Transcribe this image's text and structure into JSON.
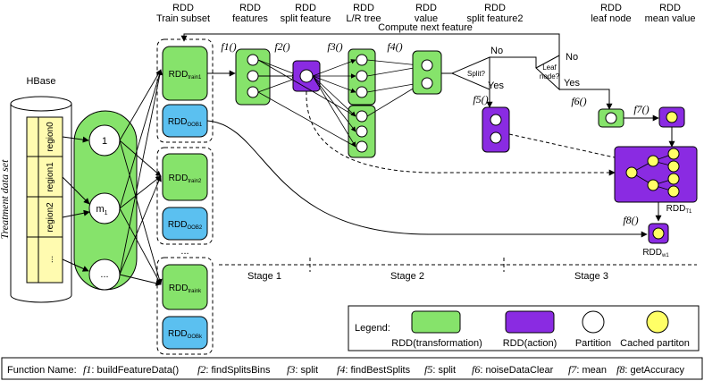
{
  "columns": {
    "train_subset": [
      "RDD",
      "Train subset"
    ],
    "features": [
      "RDD",
      "features"
    ],
    "split_feature": [
      "RDD",
      "split feature"
    ],
    "lr_tree": [
      "RDD",
      "L/R tree"
    ],
    "value": [
      "RDD",
      "value"
    ],
    "split_feature2": [
      "RDD",
      "split feature2"
    ],
    "leaf_node": [
      "RDD",
      "leaf node"
    ],
    "mean_value": [
      "RDD",
      "mean value"
    ]
  },
  "hbase": {
    "label": "HBase",
    "side_label": "Treatment data set",
    "regions": [
      "region0",
      "region1",
      "region2",
      "..."
    ]
  },
  "partitions": [
    "1",
    "m",
    "..."
  ],
  "partition_sub": "1",
  "rdd_boxes": [
    {
      "main": "RDD",
      "sub": "train1",
      "kind": "transformation"
    },
    {
      "main": "RDD",
      "sub": "OOB1",
      "kind": "oob"
    },
    {
      "main": "RDD",
      "sub": "train2",
      "kind": "transformation"
    },
    {
      "main": "RDD",
      "sub": "OOB2",
      "kind": "oob"
    },
    {
      "main": "RDD",
      "sub": "traink",
      "kind": "transformation"
    },
    {
      "main": "RDD",
      "sub": "OOBk",
      "kind": "oob"
    }
  ],
  "rdd_ellipsis": "...",
  "functions": {
    "f1": "f1()",
    "f2": "f2()",
    "f3": "f3()",
    "f4": "f4()",
    "f5": "f5()",
    "f6": "f6()",
    "f7": "f7()",
    "f8": "f8()"
  },
  "loop_label": "Compute next feature",
  "decisions": {
    "split_q": "Split?",
    "leaf_q": [
      "Leaf",
      "node?"
    ],
    "no1": "No",
    "yes1": "Yes",
    "no2": "No",
    "yes2": "Yes"
  },
  "tree_rdd": {
    "main": "RDD",
    "sub": "T1"
  },
  "accuracy_rdd": {
    "main": "RDD",
    "sub": "w1"
  },
  "stages": [
    "Stage 1",
    "Stage 2",
    "Stage 3"
  ],
  "legend": {
    "title": "Legend:",
    "items": [
      "RDD(transformation)",
      "RDD(action)",
      "Partition",
      "Cached partiton"
    ]
  },
  "function_names": {
    "label": "Function Name:",
    "items": [
      {
        "f": "f1",
        "name": ": buildFeatureData()"
      },
      {
        "f": "f2",
        "name": ": findSplitsBins"
      },
      {
        "f": "f3",
        "name": ": split"
      },
      {
        "f": "f4",
        "name": ": findBestSplits"
      },
      {
        "f": "f5",
        "name": ": split"
      },
      {
        "f": "f6",
        "name": ": noiseDataClear"
      },
      {
        "f": "f7",
        "name": ": mean"
      },
      {
        "f": "f8",
        "name": ": getAccuracy"
      }
    ]
  },
  "colors": {
    "green": "#86e36b",
    "purple": "#8a2be2",
    "blue": "#5bc0f0",
    "yellow": "#ffff66",
    "hbase_fill": "#fffbb0",
    "stroke": "#000000"
  }
}
